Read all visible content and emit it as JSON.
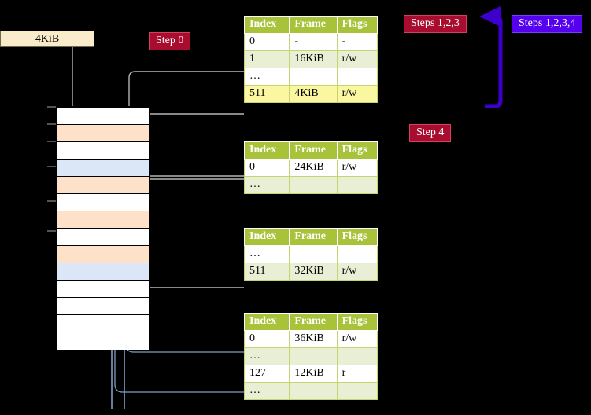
{
  "diagram": {
    "title_badges": {
      "step0": "Step 0",
      "steps123": "Steps 1,2,3",
      "steps1234": "Steps 1,2,3,4",
      "step4": "Step 4"
    },
    "memory_label": "4KiB",
    "colors": {
      "badge_crimson": "#a80c2e",
      "badge_blue": "#5500ee",
      "table_header": "#a8c23a",
      "table_alt_row": "#e9efd4",
      "table_highlight_row": "#fbf7a0",
      "memory_peach": "#fde1c8",
      "memory_blue": "#dbe7f7",
      "memory_label_bg": "#faecca",
      "connector_gray": "#b5b5b5",
      "connector_blue": "#7f9fc4",
      "background": "#000000"
    }
  },
  "tables": [
    {
      "name": "pml4-table",
      "headers": [
        "Index",
        "Frame",
        "Flags"
      ],
      "rows": [
        {
          "style": "plain",
          "cells": [
            "0",
            "-",
            "-"
          ]
        },
        {
          "style": "alt",
          "cells": [
            "1",
            "16KiB",
            "r/w"
          ]
        },
        {
          "style": "plain",
          "cells": [
            "…",
            "",
            ""
          ]
        },
        {
          "style": "highlight",
          "cells": [
            "511",
            "4KiB",
            "r/w"
          ]
        }
      ]
    },
    {
      "name": "pdpt-table",
      "headers": [
        "Index",
        "Frame",
        "Flags"
      ],
      "rows": [
        {
          "style": "plain",
          "cells": [
            "0",
            "24KiB",
            "r/w"
          ]
        },
        {
          "style": "alt",
          "cells": [
            "…",
            "",
            ""
          ]
        }
      ]
    },
    {
      "name": "pd-table",
      "headers": [
        "Index",
        "Frame",
        "Flags"
      ],
      "rows": [
        {
          "style": "plain",
          "cells": [
            "…",
            "",
            ""
          ]
        },
        {
          "style": "alt",
          "cells": [
            "511",
            "32KiB",
            "r/w"
          ]
        }
      ]
    },
    {
      "name": "pt-table",
      "headers": [
        "Index",
        "Frame",
        "Flags"
      ],
      "rows": [
        {
          "style": "plain",
          "cells": [
            "0",
            "36KiB",
            "r/w"
          ]
        },
        {
          "style": "alt",
          "cells": [
            "…",
            "",
            ""
          ]
        },
        {
          "style": "plain",
          "cells": [
            "127",
            "12KiB",
            "r"
          ]
        },
        {
          "style": "alt",
          "cells": [
            "…",
            "",
            ""
          ]
        }
      ]
    }
  ],
  "memory_column": {
    "cells": [
      {
        "fill": "white"
      },
      {
        "fill": "peach"
      },
      {
        "fill": "white"
      },
      {
        "fill": "blue"
      },
      {
        "fill": "peach"
      },
      {
        "fill": "white"
      },
      {
        "fill": "peach"
      },
      {
        "fill": "white"
      },
      {
        "fill": "peach"
      },
      {
        "fill": "blue"
      },
      {
        "fill": "white"
      },
      {
        "fill": "white"
      },
      {
        "fill": "white"
      },
      {
        "fill": "white"
      }
    ]
  }
}
